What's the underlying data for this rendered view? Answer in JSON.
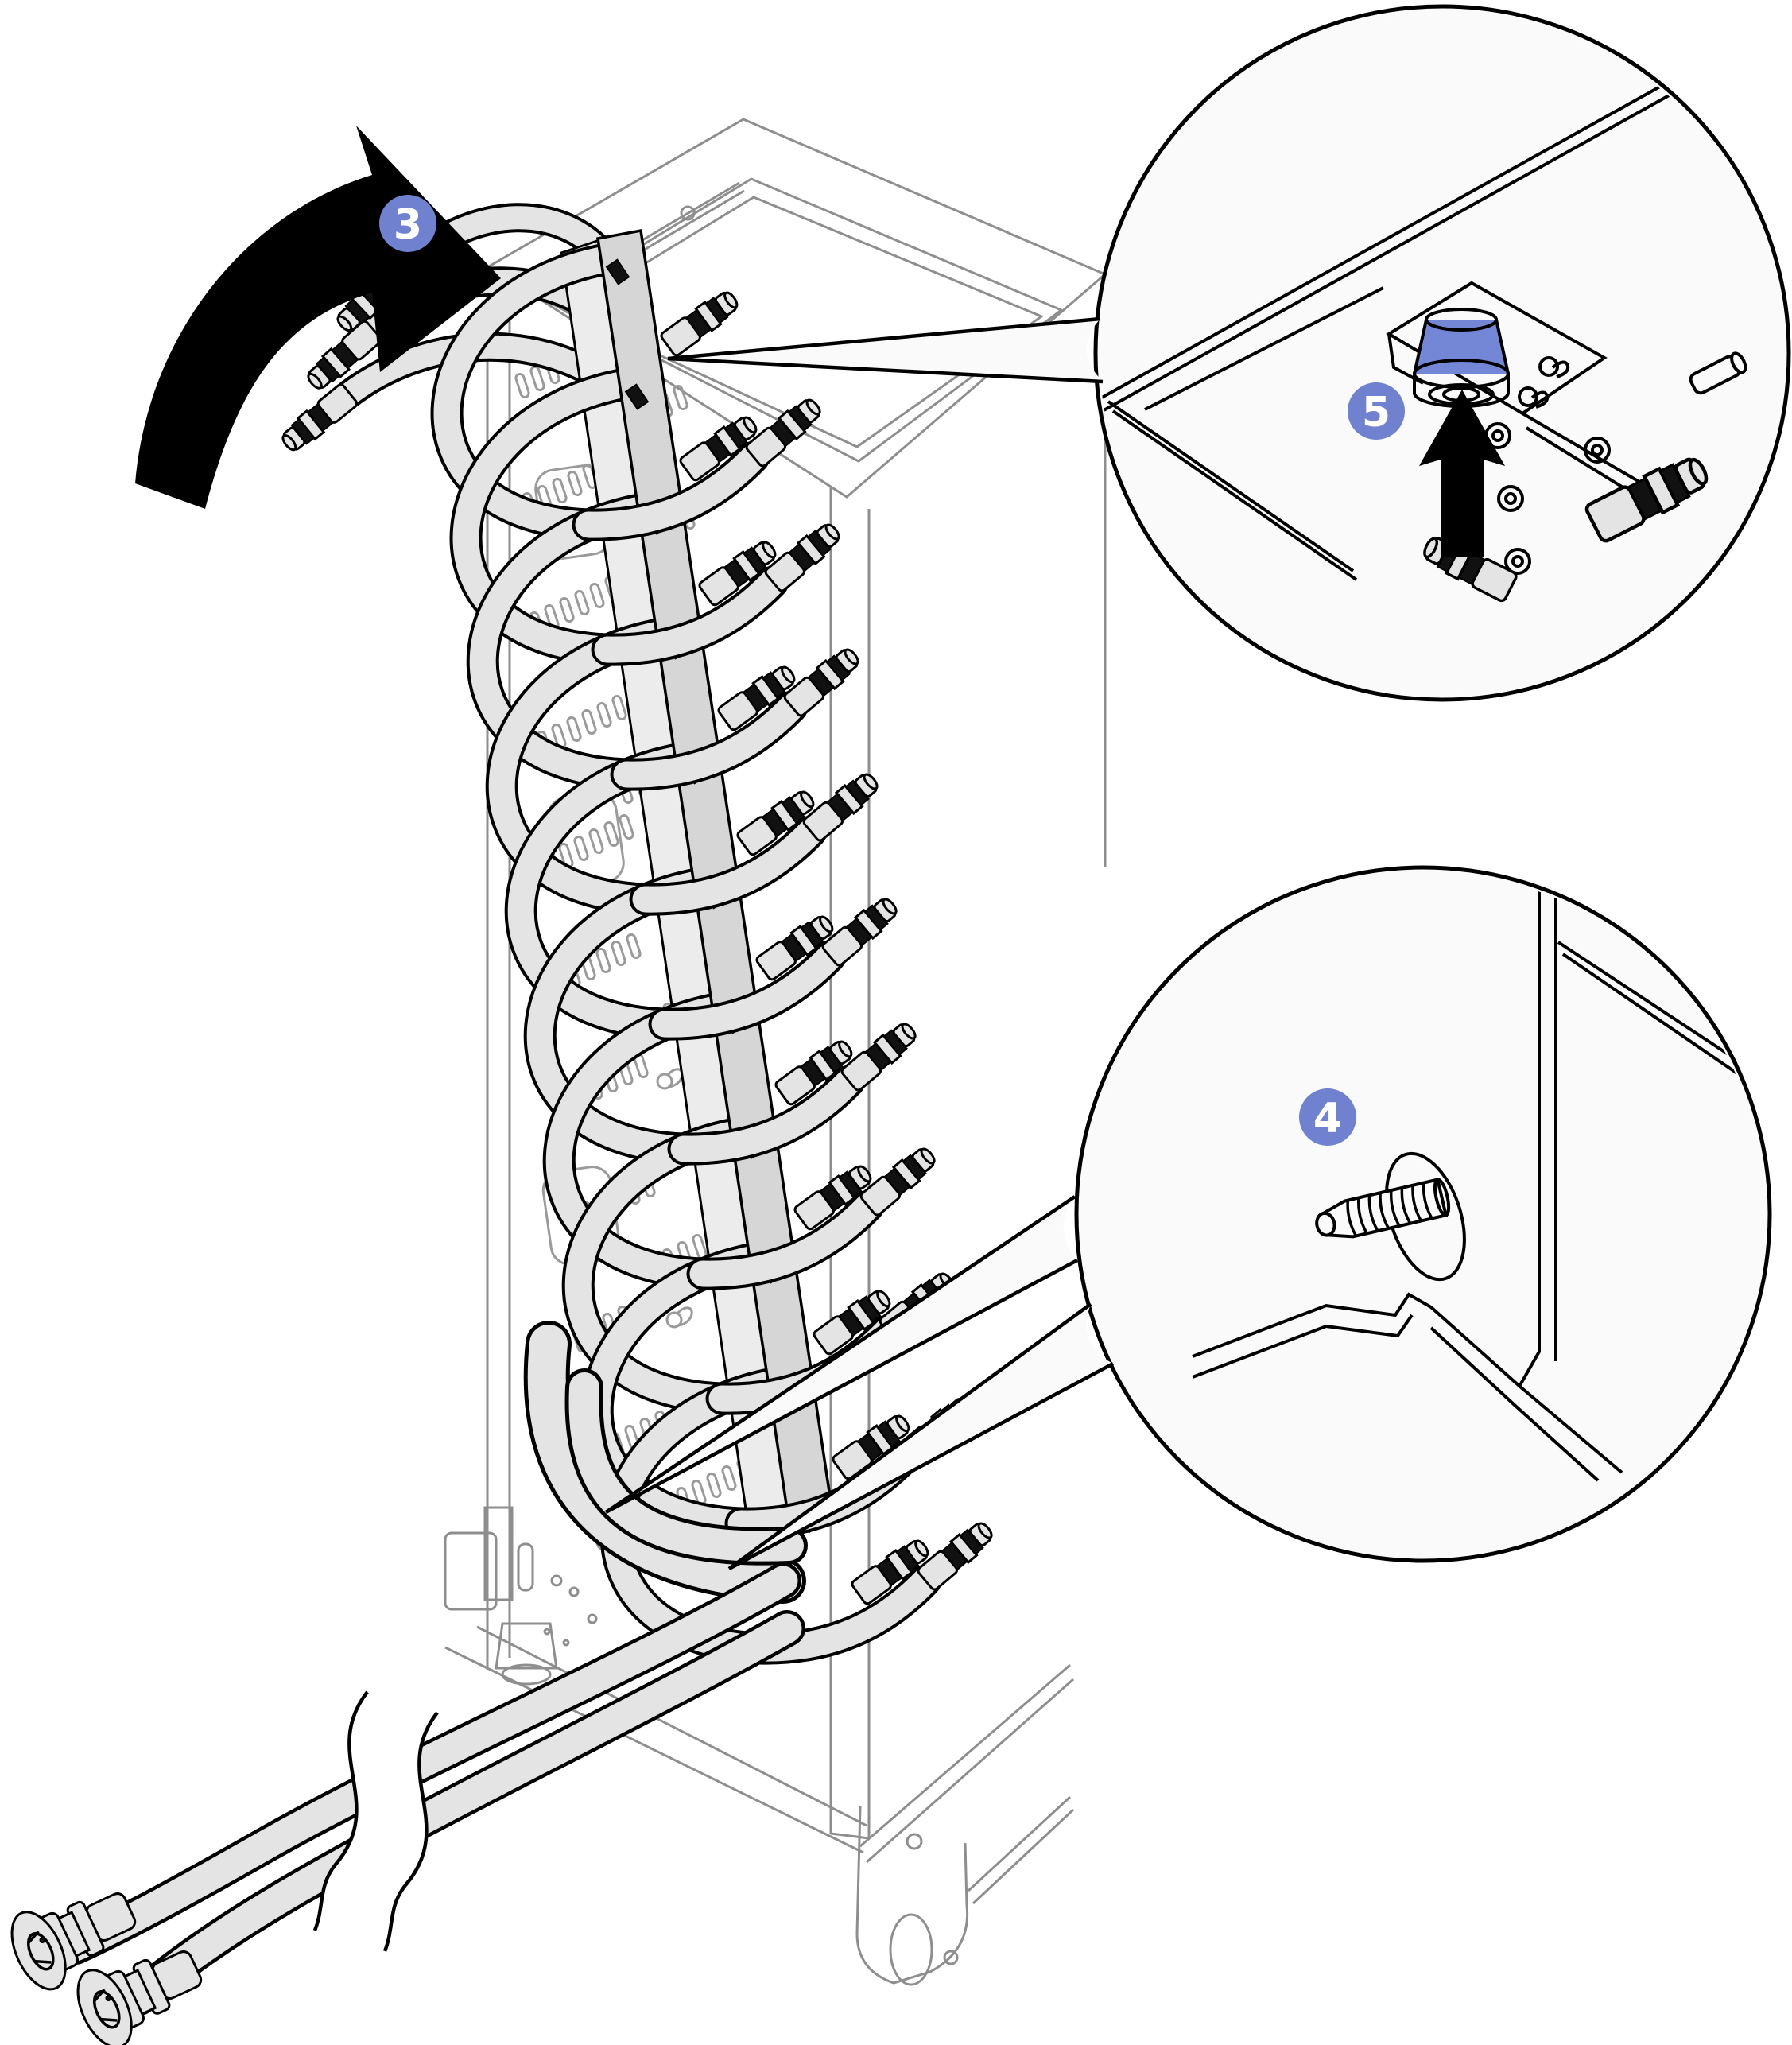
{
  "figure": {
    "kind": "hardware-installation-step-diagram",
    "badges": {
      "step3": {
        "label": "3"
      },
      "step4": {
        "label": "4"
      },
      "step5": {
        "label": "5"
      }
    },
    "callouts": {
      "top": {
        "badge": "5",
        "content": "blue-thumbscrew-with-lift-arrow"
      },
      "bottom": {
        "badge": "4",
        "content": "threaded-guide-stud"
      }
    },
    "icons": {
      "rotate": "rotate-clockwise-curved-arrow",
      "lift": "up-arrow"
    },
    "colors": {
      "badge": "#7081CF",
      "thumbscrew": "#7487D6",
      "outline": "#000000",
      "rack_line": "#8E8E8E",
      "hose_fill": "#E4E4E4",
      "manifold_fill": "#D6D6D6",
      "detail_bg": "#FAFAFA"
    }
  }
}
